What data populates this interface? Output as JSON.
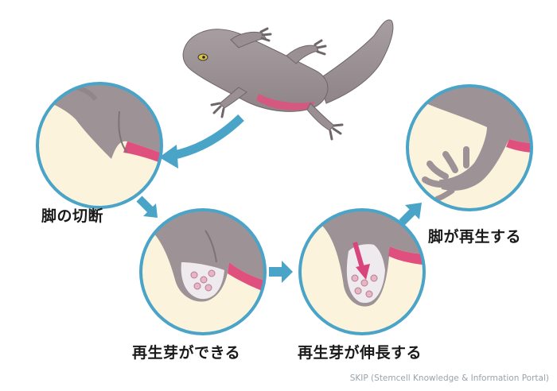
{
  "labels": {
    "step1": "脚の切断",
    "step2": "再生芽ができる",
    "step3": "再生芽が伸長する",
    "step4": "脚が再生する"
  },
  "credit": "SKIP (Stemcell Knowledge & Information Portal)",
  "colors": {
    "circle_fill": "#fbf3dc",
    "circle_border": "#4aa4c8",
    "arrow": "#4aa4c8",
    "skin": "#9d9396",
    "skin_dark": "#7d7477",
    "wound_pink": "#e0507f",
    "growth_arrow": "#d8457c",
    "cell_fill": "#e6b6c4"
  }
}
